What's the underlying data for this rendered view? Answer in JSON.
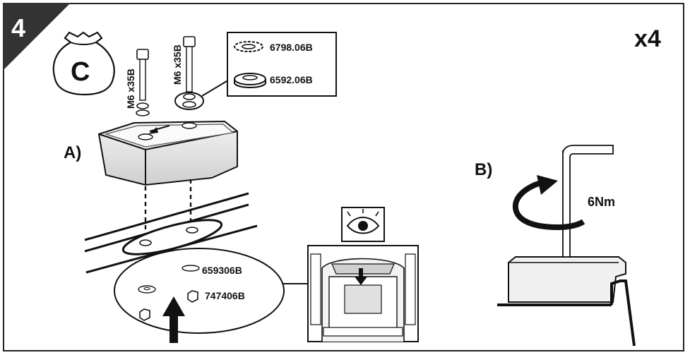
{
  "step": {
    "number": "4",
    "quantity": "x4"
  },
  "bag": {
    "letter": "C"
  },
  "bolts": [
    {
      "label": "M6 x35B"
    },
    {
      "label": "M6 x35B"
    }
  ],
  "parts_box": [
    {
      "code": "6798.06B"
    },
    {
      "code": "6592.06B"
    }
  ],
  "detail_parts": [
    {
      "code": "659306B"
    },
    {
      "code": "747406B"
    }
  ],
  "panel_a": {
    "label": "A)"
  },
  "panel_b": {
    "label": "B)",
    "torque": "6Nm"
  },
  "colors": {
    "ink": "#111111",
    "gray": "#9a9a9a",
    "light": "#e6e6e6"
  }
}
